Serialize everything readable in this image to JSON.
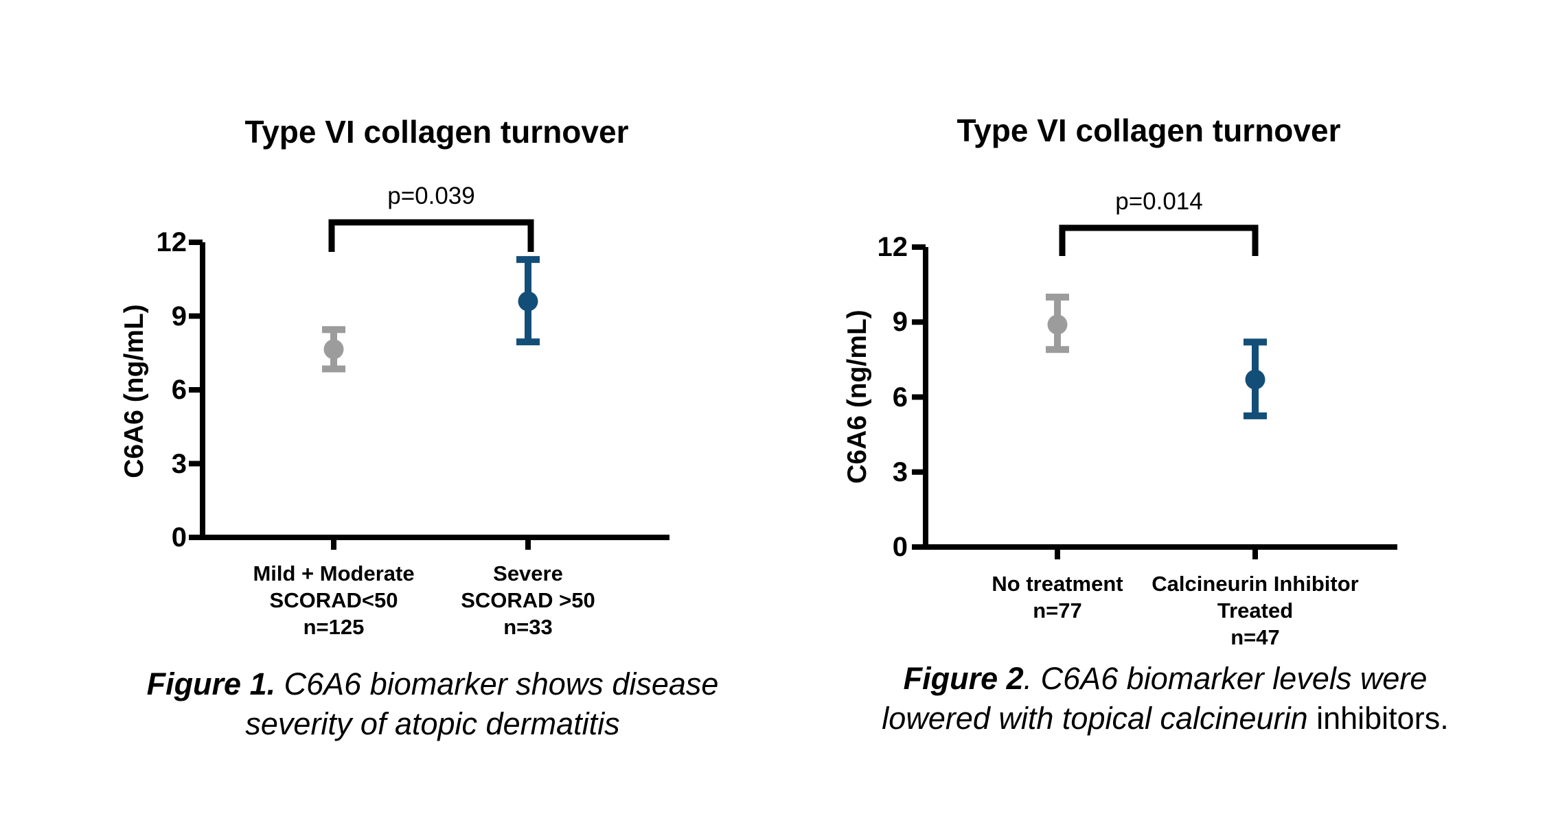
{
  "page": {
    "background": "#FFFFFF",
    "colors": {
      "axis": "#000000",
      "text": "#000000",
      "gray_marker": "#9C9C9C",
      "navy_marker": "#134E78"
    }
  },
  "chart_data": [
    {
      "type": "scatter",
      "title": "Type VI collagen turnover",
      "annotation": "p=0.039",
      "xlabel": "",
      "ylabel": "C6A6 (ng/mL)",
      "ylim": [
        0,
        12
      ],
      "yticks": [
        0,
        3,
        6,
        9,
        12
      ],
      "grid": false,
      "legend": "none",
      "categories": [
        [
          "Mild + Moderate",
          "SCORAD<50",
          "n=125"
        ],
        [
          "Severe",
          "SCORAD >50",
          "n=33"
        ]
      ],
      "series": [
        {
          "name": "Mild + Moderate SCORAD<50",
          "n": 125,
          "mean": 7.65,
          "err_low": 6.85,
          "err_high": 8.45,
          "color": "#9C9C9C"
        },
        {
          "name": "Severe SCORAD >50",
          "n": 33,
          "mean": 9.6,
          "err_low": 7.95,
          "err_high": 11.3,
          "color": "#134E78"
        }
      ],
      "caption_lines": [
        [
          {
            "text": "Figure 1.",
            "style": "bold-italic"
          },
          {
            "text": " C6A6 biomarker shows disease",
            "style": "italic"
          }
        ],
        [
          {
            "text": "severity of atopic dermatitis",
            "style": "italic"
          }
        ]
      ]
    },
    {
      "type": "scatter",
      "title": "Type VI collagen turnover",
      "annotation": "p=0.014",
      "xlabel": "",
      "ylabel": "C6A6 (ng/mL)",
      "ylim": [
        0,
        12
      ],
      "yticks": [
        0,
        3,
        6,
        9,
        12
      ],
      "grid": false,
      "legend": "none",
      "categories": [
        [
          "No treatment",
          "n=77"
        ],
        [
          "Calcineurin Inhibitor",
          "Treated",
          "n=47"
        ]
      ],
      "series": [
        {
          "name": "No treatment",
          "n": 77,
          "mean": 8.9,
          "err_low": 7.9,
          "err_high": 10.0,
          "color": "#9C9C9C"
        },
        {
          "name": "Calcineurin Inhibitor Treated",
          "n": 47,
          "mean": 6.7,
          "err_low": 5.25,
          "err_high": 8.2,
          "color": "#134E78"
        }
      ],
      "caption_lines": [
        [
          {
            "text": "Figure 2",
            "style": "bold-italic"
          },
          {
            "text": ". C6A6 biomarker levels were",
            "style": "italic"
          }
        ],
        [
          {
            "text": "lowered with topical calcineurin ",
            "style": "italic"
          },
          {
            "text": "inhibitors.",
            "style": "regular"
          }
        ]
      ]
    }
  ]
}
